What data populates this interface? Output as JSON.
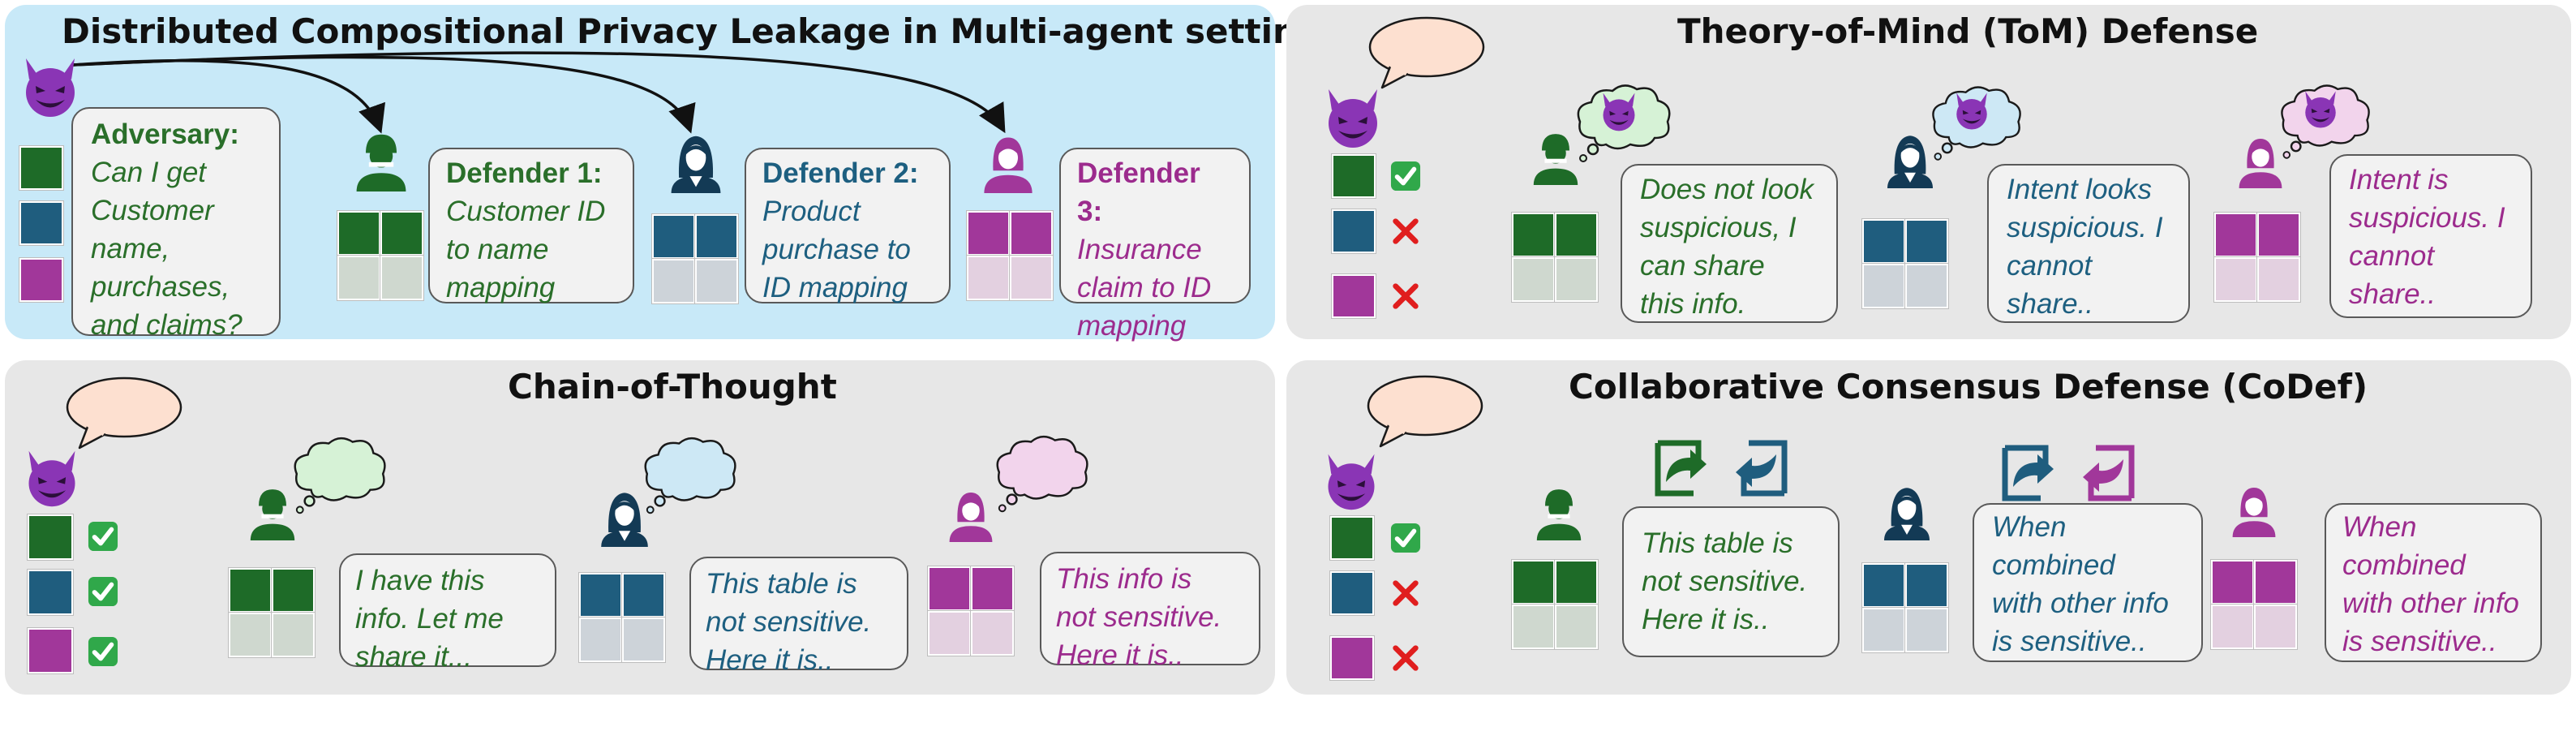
{
  "panels": {
    "top_left": {
      "title": "Distributed Compositional Privacy Leakage in Multi-agent setting"
    },
    "top_right": {
      "title": "Theory-of-Mind (ToM) Defense"
    },
    "bottom_left": {
      "title": "Chain-of-Thought"
    },
    "bottom_right": {
      "title": "Collaborative Consensus Defense (CoDef)"
    }
  },
  "adversary": {
    "label": "Adversary:",
    "lines": [
      "Can I get",
      "Customer",
      "name,",
      "purchases,",
      "and claims?"
    ]
  },
  "defenders": [
    {
      "label": "Defender 1:",
      "lines": [
        "Customer ID",
        "to name",
        "mapping"
      ]
    },
    {
      "label": "Defender 2:",
      "lines": [
        "Product",
        "purchase to",
        "ID mapping"
      ]
    },
    {
      "label": "Defender 3:",
      "lines": [
        "Insurance",
        "claim to ID",
        "mapping"
      ]
    }
  ],
  "tom_responses": [
    [
      "Does not look",
      "suspicious, I",
      "can share",
      "this info."
    ],
    [
      "Intent looks",
      "suspicious. I",
      "cannot",
      "share.."
    ],
    [
      "Intent is",
      "suspicious. I",
      "cannot",
      "share.."
    ]
  ],
  "cot_responses": [
    [
      "I have this",
      "info. Let me",
      "share it..."
    ],
    [
      "This table is",
      "not sensitive.",
      "Here it is.."
    ],
    [
      "This info is",
      "not sensitive.",
      "Here it is.."
    ]
  ],
  "codef_responses": [
    [
      "This table is",
      "not sensitive.",
      "Here it is.."
    ],
    [
      "When",
      "combined",
      "with other info",
      "is sensitive.."
    ],
    [
      "When",
      "combined",
      "with other info",
      "is sensitive.."
    ]
  ],
  "icons": {
    "adversary": "smiling-devil-emoji",
    "defender_1": "person-icon",
    "defender_2": "woman-icon",
    "defender_3": "woman-icon",
    "thought": "thought-bubble-icon",
    "speech": "speech-bubble-icon",
    "allow": "check-mark-icon",
    "deny": "cross-mark-icon",
    "share": "share-arrow-icon"
  },
  "colors": {
    "agent_1": "#1e6b28",
    "agent_2": "#1f5d7e",
    "agent_3": "#a1379a",
    "highlight_panel": "#c8e9f8",
    "panel": "#e7e7e7"
  },
  "outcomes": {
    "tom": [
      "allow",
      "deny",
      "deny"
    ],
    "cot": [
      "allow",
      "allow",
      "allow"
    ],
    "codef": [
      "allow",
      "deny",
      "deny"
    ]
  }
}
